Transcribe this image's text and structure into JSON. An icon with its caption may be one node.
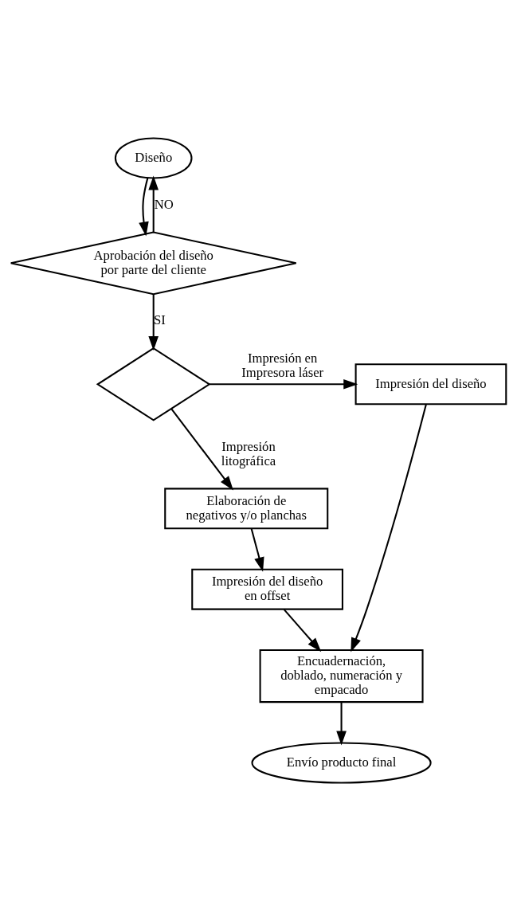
{
  "diagram": {
    "nodes": [
      {
        "text": [
          "Diseño"
        ]
      },
      {
        "text": [
          "Aprobación del diseño por parte del cliente"
        ]
      },
      {
        "text": [],
        "shape": "diamond"
      },
      {
        "text": [
          "Impresión del diseño"
        ]
      },
      {
        "text": [
          "Elaboración de negativos y/o planchas"
        ]
      },
      {
        "text": [
          "Impresión del diseño en offset"
        ]
      },
      {
        "text": [
          "Encuadernación, doblado, numeración y empacado"
        ]
      },
      {
        "text": [
          "Envío producto final"
        ]
      }
    ],
    "edges": [
      {
        "from": 0,
        "to": 1,
        "arrow": "to"
      },
      {
        "from": 1,
        "to": 0,
        "arrow": "to",
        "label": "NO"
      },
      {
        "from": 1,
        "to": 2,
        "arrow": "to",
        "label": "SI"
      },
      {
        "from": 2,
        "to": 3,
        "arrow": "to",
        "label": "Impresión en Impresora láser"
      },
      {
        "from": 2,
        "to": 4,
        "arrow": "to",
        "label": "Impresión litográfica"
      },
      {
        "from": 4,
        "to": 5,
        "arrow": "to"
      },
      {
        "from": 5,
        "to": 6,
        "arrow": "to"
      },
      {
        "from": 3,
        "to": 6,
        "arrow": "to"
      },
      {
        "from": 6,
        "to": 7,
        "arrow": "to"
      }
    ]
  }
}
